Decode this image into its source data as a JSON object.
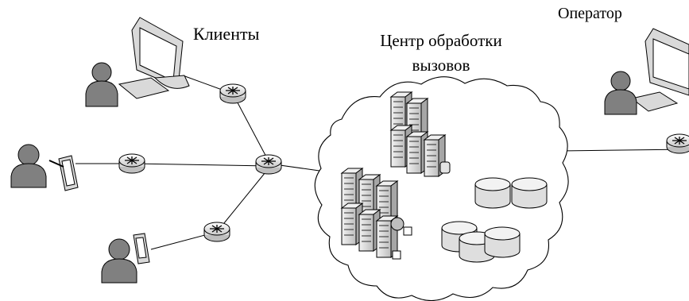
{
  "labels": {
    "clients": "Клиенты",
    "center_line1": "Центр обработки",
    "center_line2": "вызовов",
    "operator": "Оператор"
  },
  "icons": [
    "person-icon",
    "monitor-icon",
    "keyboard-icon",
    "tablet-icon",
    "phone-icon",
    "router-icon",
    "server-icon",
    "database-icon",
    "cloud-icon"
  ],
  "colors": {
    "person_fill": "#808080",
    "device_fill": "#d9d9d9",
    "router_fill": "#e6e6e6",
    "server_fill": "#d0d0d0",
    "disk_fill": "#e3e3e3",
    "stroke": "#000000"
  }
}
